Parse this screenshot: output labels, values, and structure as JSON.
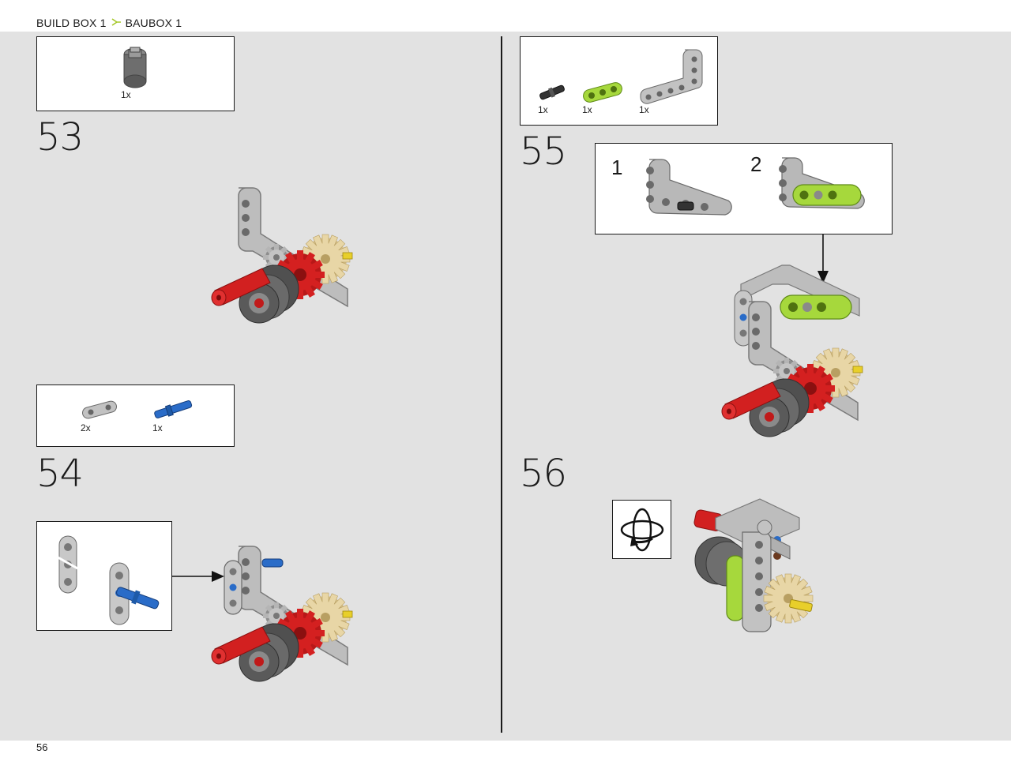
{
  "header": {
    "left": "BUILD BOX 1",
    "separator_icon": "arrow-branch-icon",
    "right": "BAUBOX 1",
    "accent": "#a6c82a"
  },
  "page_number": "56",
  "steps": {
    "s53": {
      "number": "53",
      "parts": [
        {
          "qty": "1x",
          "part": "grey-bush"
        }
      ]
    },
    "s54": {
      "number": "54",
      "parts": [
        {
          "qty": "2x",
          "part": "grey-beam-2"
        },
        {
          "qty": "1x",
          "part": "blue-axle-pin"
        }
      ]
    },
    "s55": {
      "number": "55",
      "parts": [
        {
          "qty": "1x",
          "part": "black-pin"
        },
        {
          "qty": "1x",
          "part": "lime-beam-3"
        },
        {
          "qty": "1x",
          "part": "grey-l-beam"
        }
      ],
      "substeps": [
        "1",
        "2"
      ]
    },
    "s56": {
      "number": "56",
      "rotate_icon": "rotate-model-icon"
    }
  },
  "colors": {
    "lime": "#a6d83c",
    "red": "#d41e1e",
    "tan": "#e6d3a0",
    "grey": "#a9a9a9",
    "dark_grey": "#5e5e5e",
    "blue": "#2a6cc8"
  }
}
